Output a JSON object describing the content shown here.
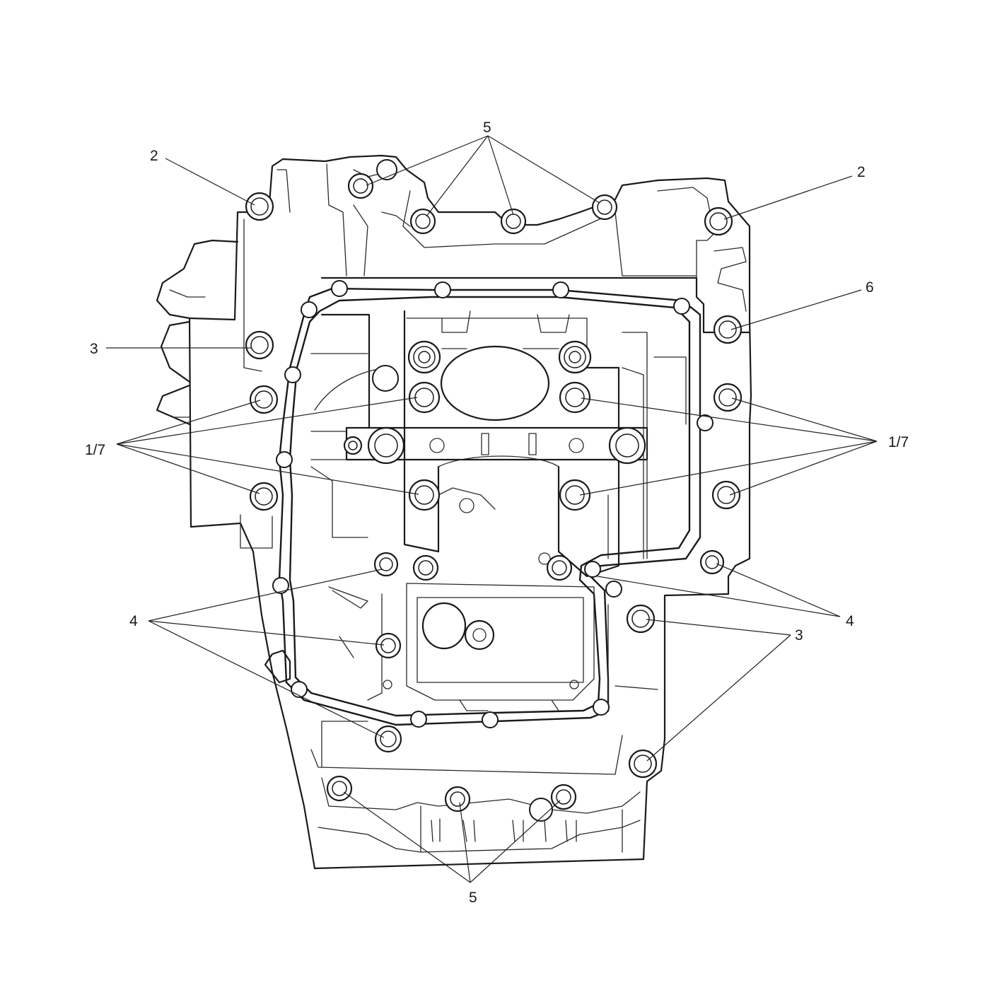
{
  "callouts": {
    "top_5": "5",
    "top_left_2": "2",
    "top_right_2": "2",
    "right_6": "6",
    "left_3": "3",
    "left_1_7": "1/7",
    "right_1_7": "1/7",
    "left_4": "4",
    "right_4": "4",
    "right_3": "3",
    "bottom_5": "5"
  }
}
